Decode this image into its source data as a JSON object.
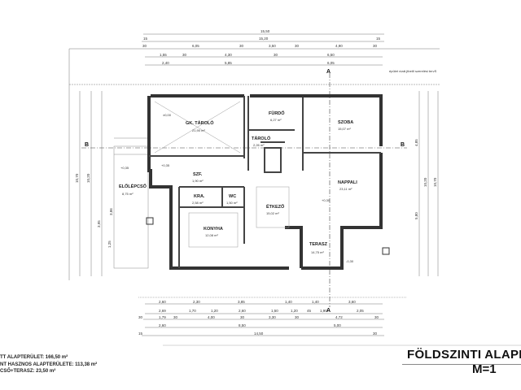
{
  "drawing": {
    "title": "FÖLDSZINTI ALAPR",
    "scale": "M=1",
    "legend": [
      "TT ALAPTERÜLET: 166,50 m²",
      "NT HASZNOS ALAPTERÜLETE: 113,38 m²",
      "CSŐ+TERASZ: 23,50 m²"
    ],
    "note": "épület vízál.jtbelő szerelési tervS"
  },
  "rooms": [
    {
      "name": "GK. TÁROLÓ",
      "area": "21,90 m²"
    },
    {
      "name": "FÜRDŐ",
      "area": "6,27 m²"
    },
    {
      "name": "TÁROLÓ",
      "area": "2,26 m²"
    },
    {
      "name": "SZOBA",
      "area": "15,07 m²"
    },
    {
      "name": "NAPPALI",
      "area": "23,11 m²"
    },
    {
      "name": "SZF.",
      "area": "1,90 m²"
    },
    {
      "name": "KRA.",
      "area": "2,58 m²"
    },
    {
      "name": "WC",
      "area": "1,50 m²"
    },
    {
      "name": "KONYHA",
      "area": "12,08 m²"
    },
    {
      "name": "ÉTKEZŐ",
      "area": "15,02 m²"
    },
    {
      "name": "TERASZ",
      "area": "14,75 m²"
    },
    {
      "name": "ELŐLÉPCSŐ",
      "area": "8,75 m²"
    }
  ],
  "sections": {
    "a": "A",
    "b": "B"
  },
  "levels": [
    "+0,30",
    "±0,00",
    "+0,35",
    "-0,30"
  ],
  "dimensions_top": [
    [
      "15,50"
    ],
    [
      "15",
      "15,20",
      "15"
    ],
    [
      "30",
      "6,05",
      "30",
      "3,50",
      "30",
      "4,90",
      "30"
    ],
    [
      "1,55",
      "30",
      "4,30",
      "30",
      "6,50"
    ],
    [
      "2,40",
      "5,85",
      "6,05"
    ]
  ],
  "dimensions_bottom": [
    [
      "2,60",
      "2,30",
      "3,85",
      "1,40",
      "1,40",
      "3,60"
    ],
    [
      "2,69",
      "1,70",
      "1,20",
      "2,60",
      "1,50",
      "1,20",
      "45",
      "1,90",
      "2,05"
    ],
    [
      "30",
      "1,79",
      "30",
      "4,00",
      "30",
      "3,30",
      "30",
      "4,72",
      "30"
    ],
    [
      "2,60",
      "8,50",
      "5,00"
    ],
    [
      "15",
      "14,50",
      "30"
    ]
  ],
  "dimensions_side": [
    "10,70",
    "10,20",
    "3,95",
    "3,86",
    "1,25",
    "4,85",
    "5,80"
  ]
}
